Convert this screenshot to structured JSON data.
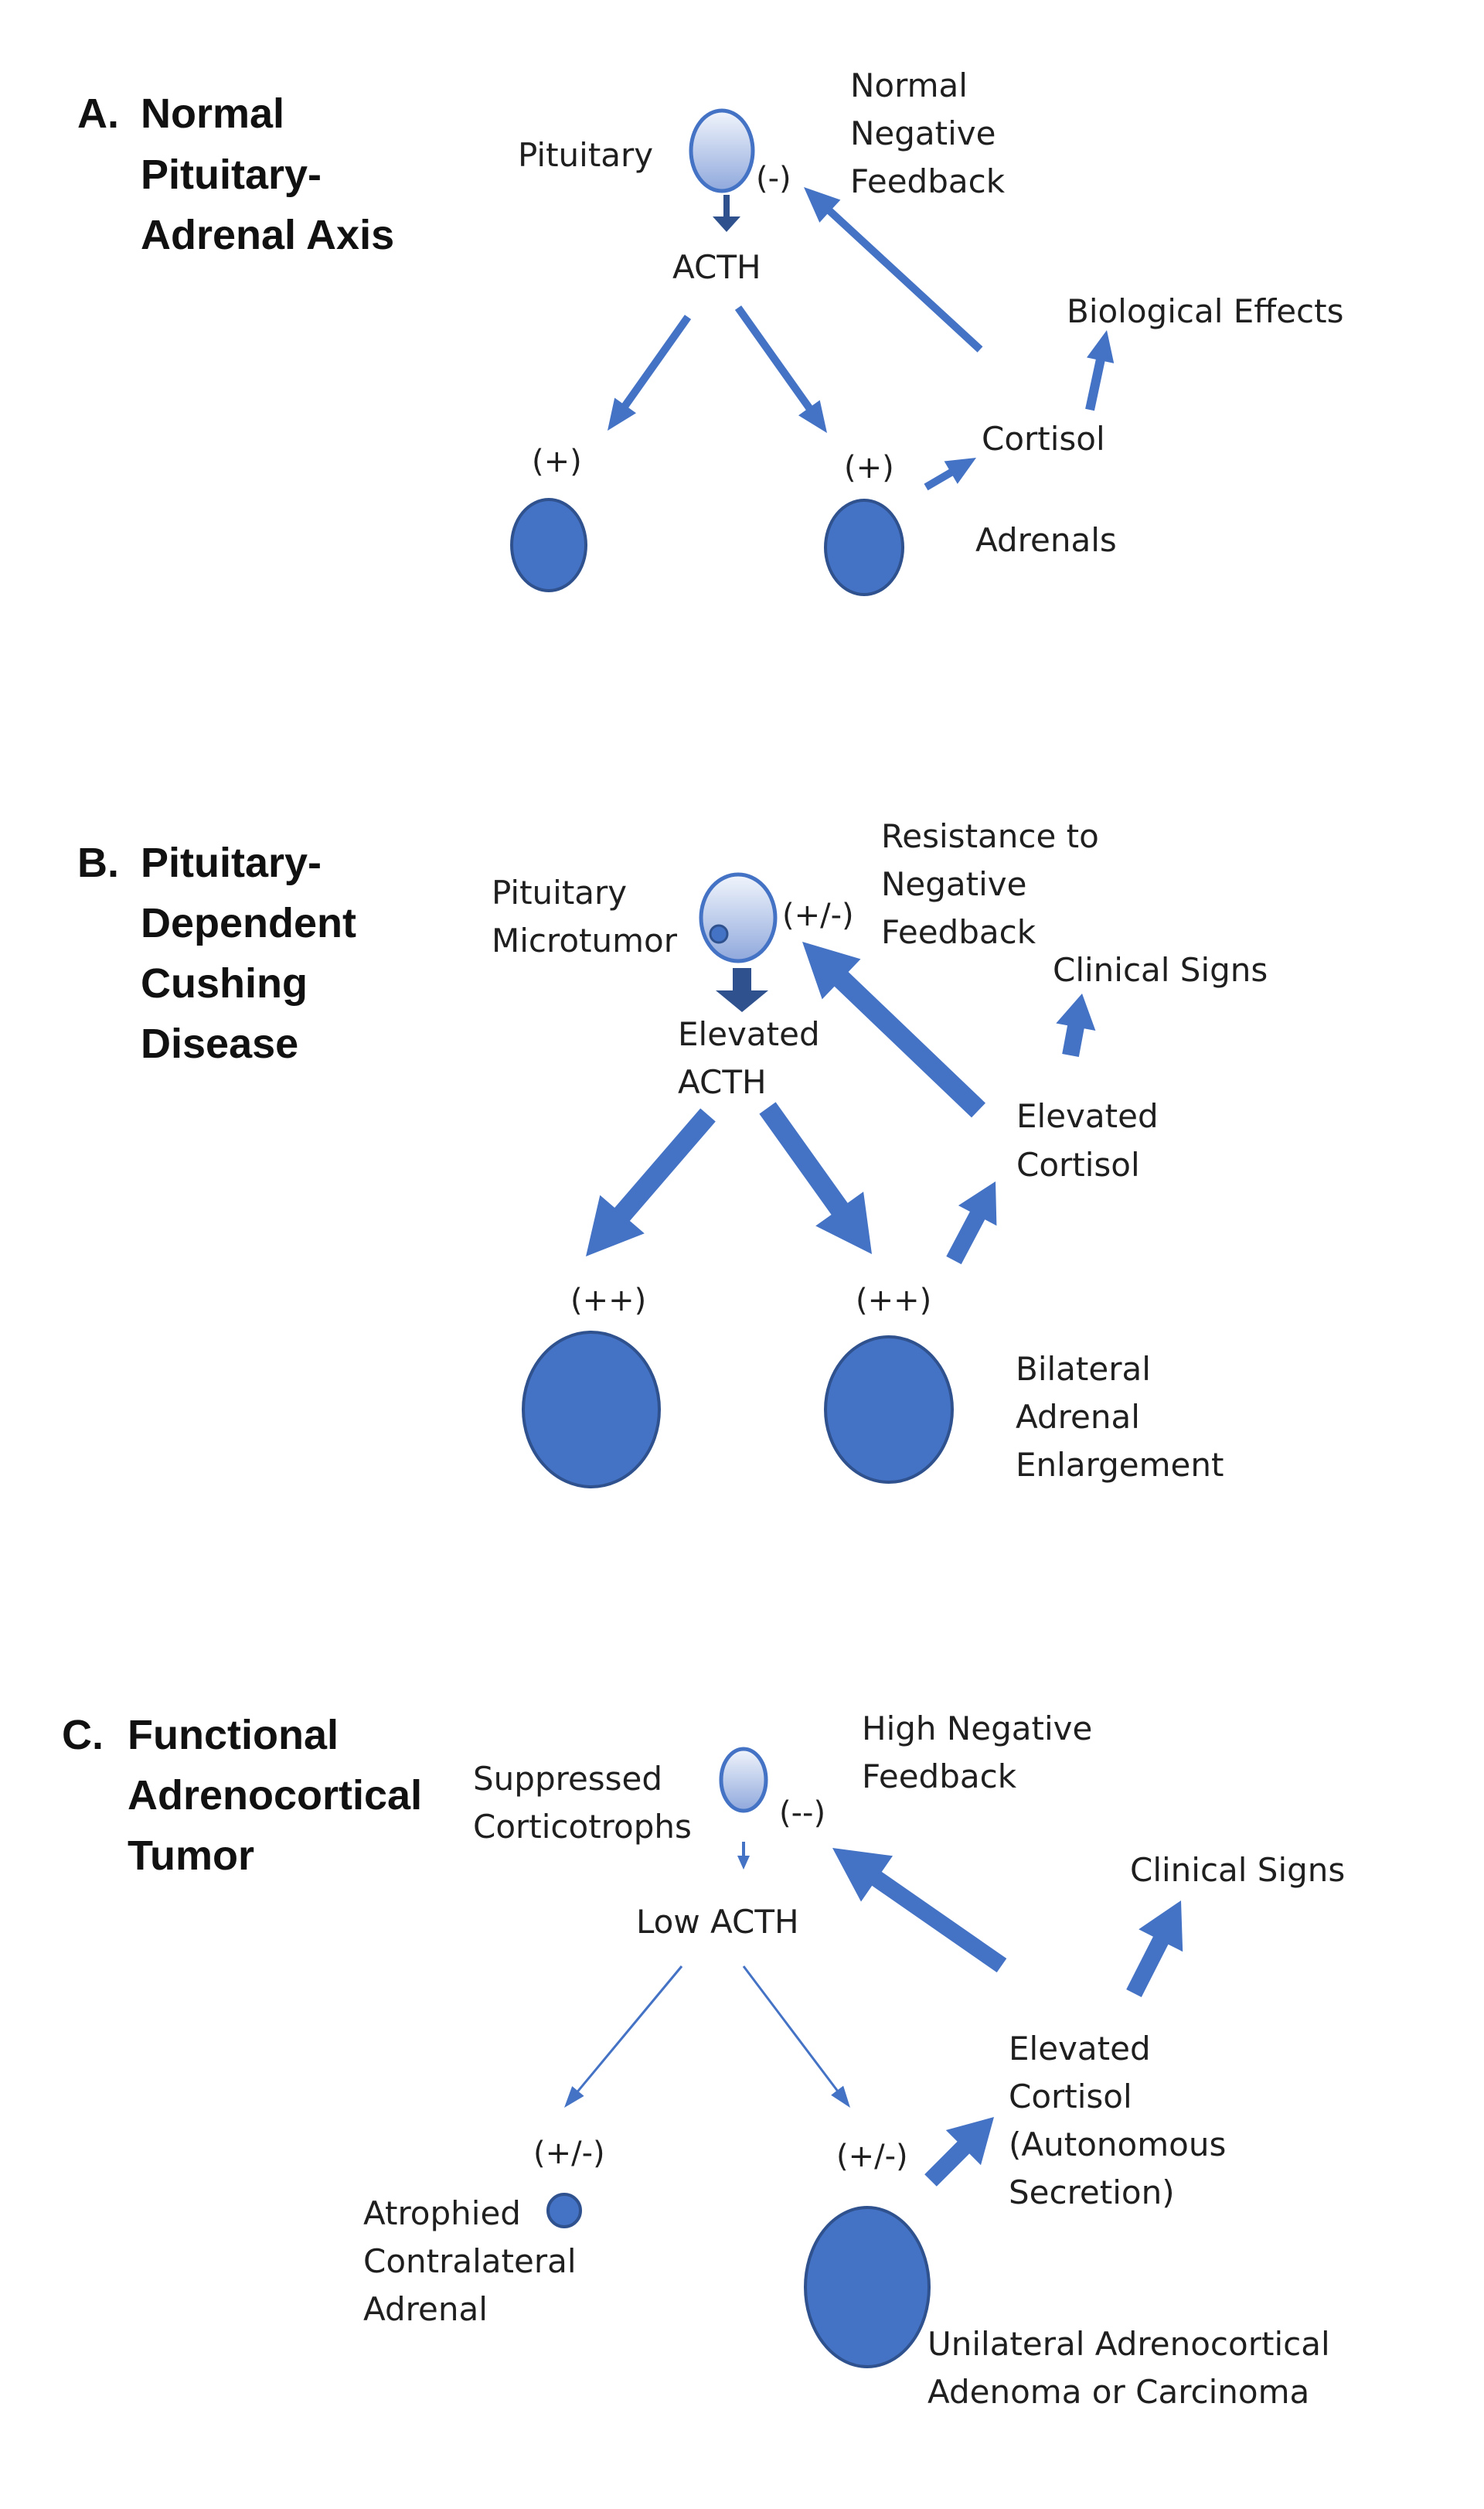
{
  "colors": {
    "blue": "#4472c4",
    "dark_blue": "#2f528f",
    "light_blue_top": "#f1f5fc",
    "light_blue_bottom": "#8fa8dc",
    "text": "#1f1f1f"
  },
  "panel_a": {
    "heading": [
      "A.",
      "Normal",
      "Pituitary-",
      "Adrenal Axis"
    ],
    "pituitary": "Pituitary",
    "feedback_sign": "(-)",
    "feedback": [
      "Normal",
      "Negative",
      "Feedback"
    ],
    "acth": "ACTH",
    "effects": "Biological Effects",
    "cortisol": "Cortisol",
    "left_sign": "(+)",
    "right_sign": "(+)",
    "adrenals": "Adrenals"
  },
  "panel_b": {
    "heading": [
      "B.",
      "Pituitary-",
      "Dependent",
      "Cushing",
      "Disease"
    ],
    "pituitary": [
      "Pituitary",
      "Microtumor"
    ],
    "feedback_sign": "(+/-)",
    "feedback": [
      "Resistance to",
      "Negative",
      "Feedback"
    ],
    "clinical": "Clinical Signs",
    "acth": [
      "Elevated",
      "ACTH"
    ],
    "cortisol": [
      "Elevated",
      "Cortisol"
    ],
    "left_sign": "(++)",
    "right_sign": "(++)",
    "adrenals": [
      "Bilateral",
      "Adrenal",
      "Enlargement"
    ]
  },
  "panel_c": {
    "heading": [
      "C.",
      "Functional",
      "Adrenocortical",
      "Tumor"
    ],
    "pituitary": [
      "Suppressed",
      "Corticotrophs"
    ],
    "feedback_sign": "(--)",
    "feedback": [
      "High Negative",
      "Feedback"
    ],
    "clinical": "Clinical Signs",
    "acth": "Low ACTH",
    "cortisol": [
      "Elevated",
      "Cortisol",
      "(Autonomous",
      "Secretion)"
    ],
    "left_sign": "(+/-)",
    "right_sign": "(+/-)",
    "left_adrenal": [
      "Atrophied",
      "Contralateral",
      "Adrenal"
    ],
    "tumor": [
      "Unilateral Adrenocortical",
      "Adenoma or Carcinoma"
    ]
  }
}
